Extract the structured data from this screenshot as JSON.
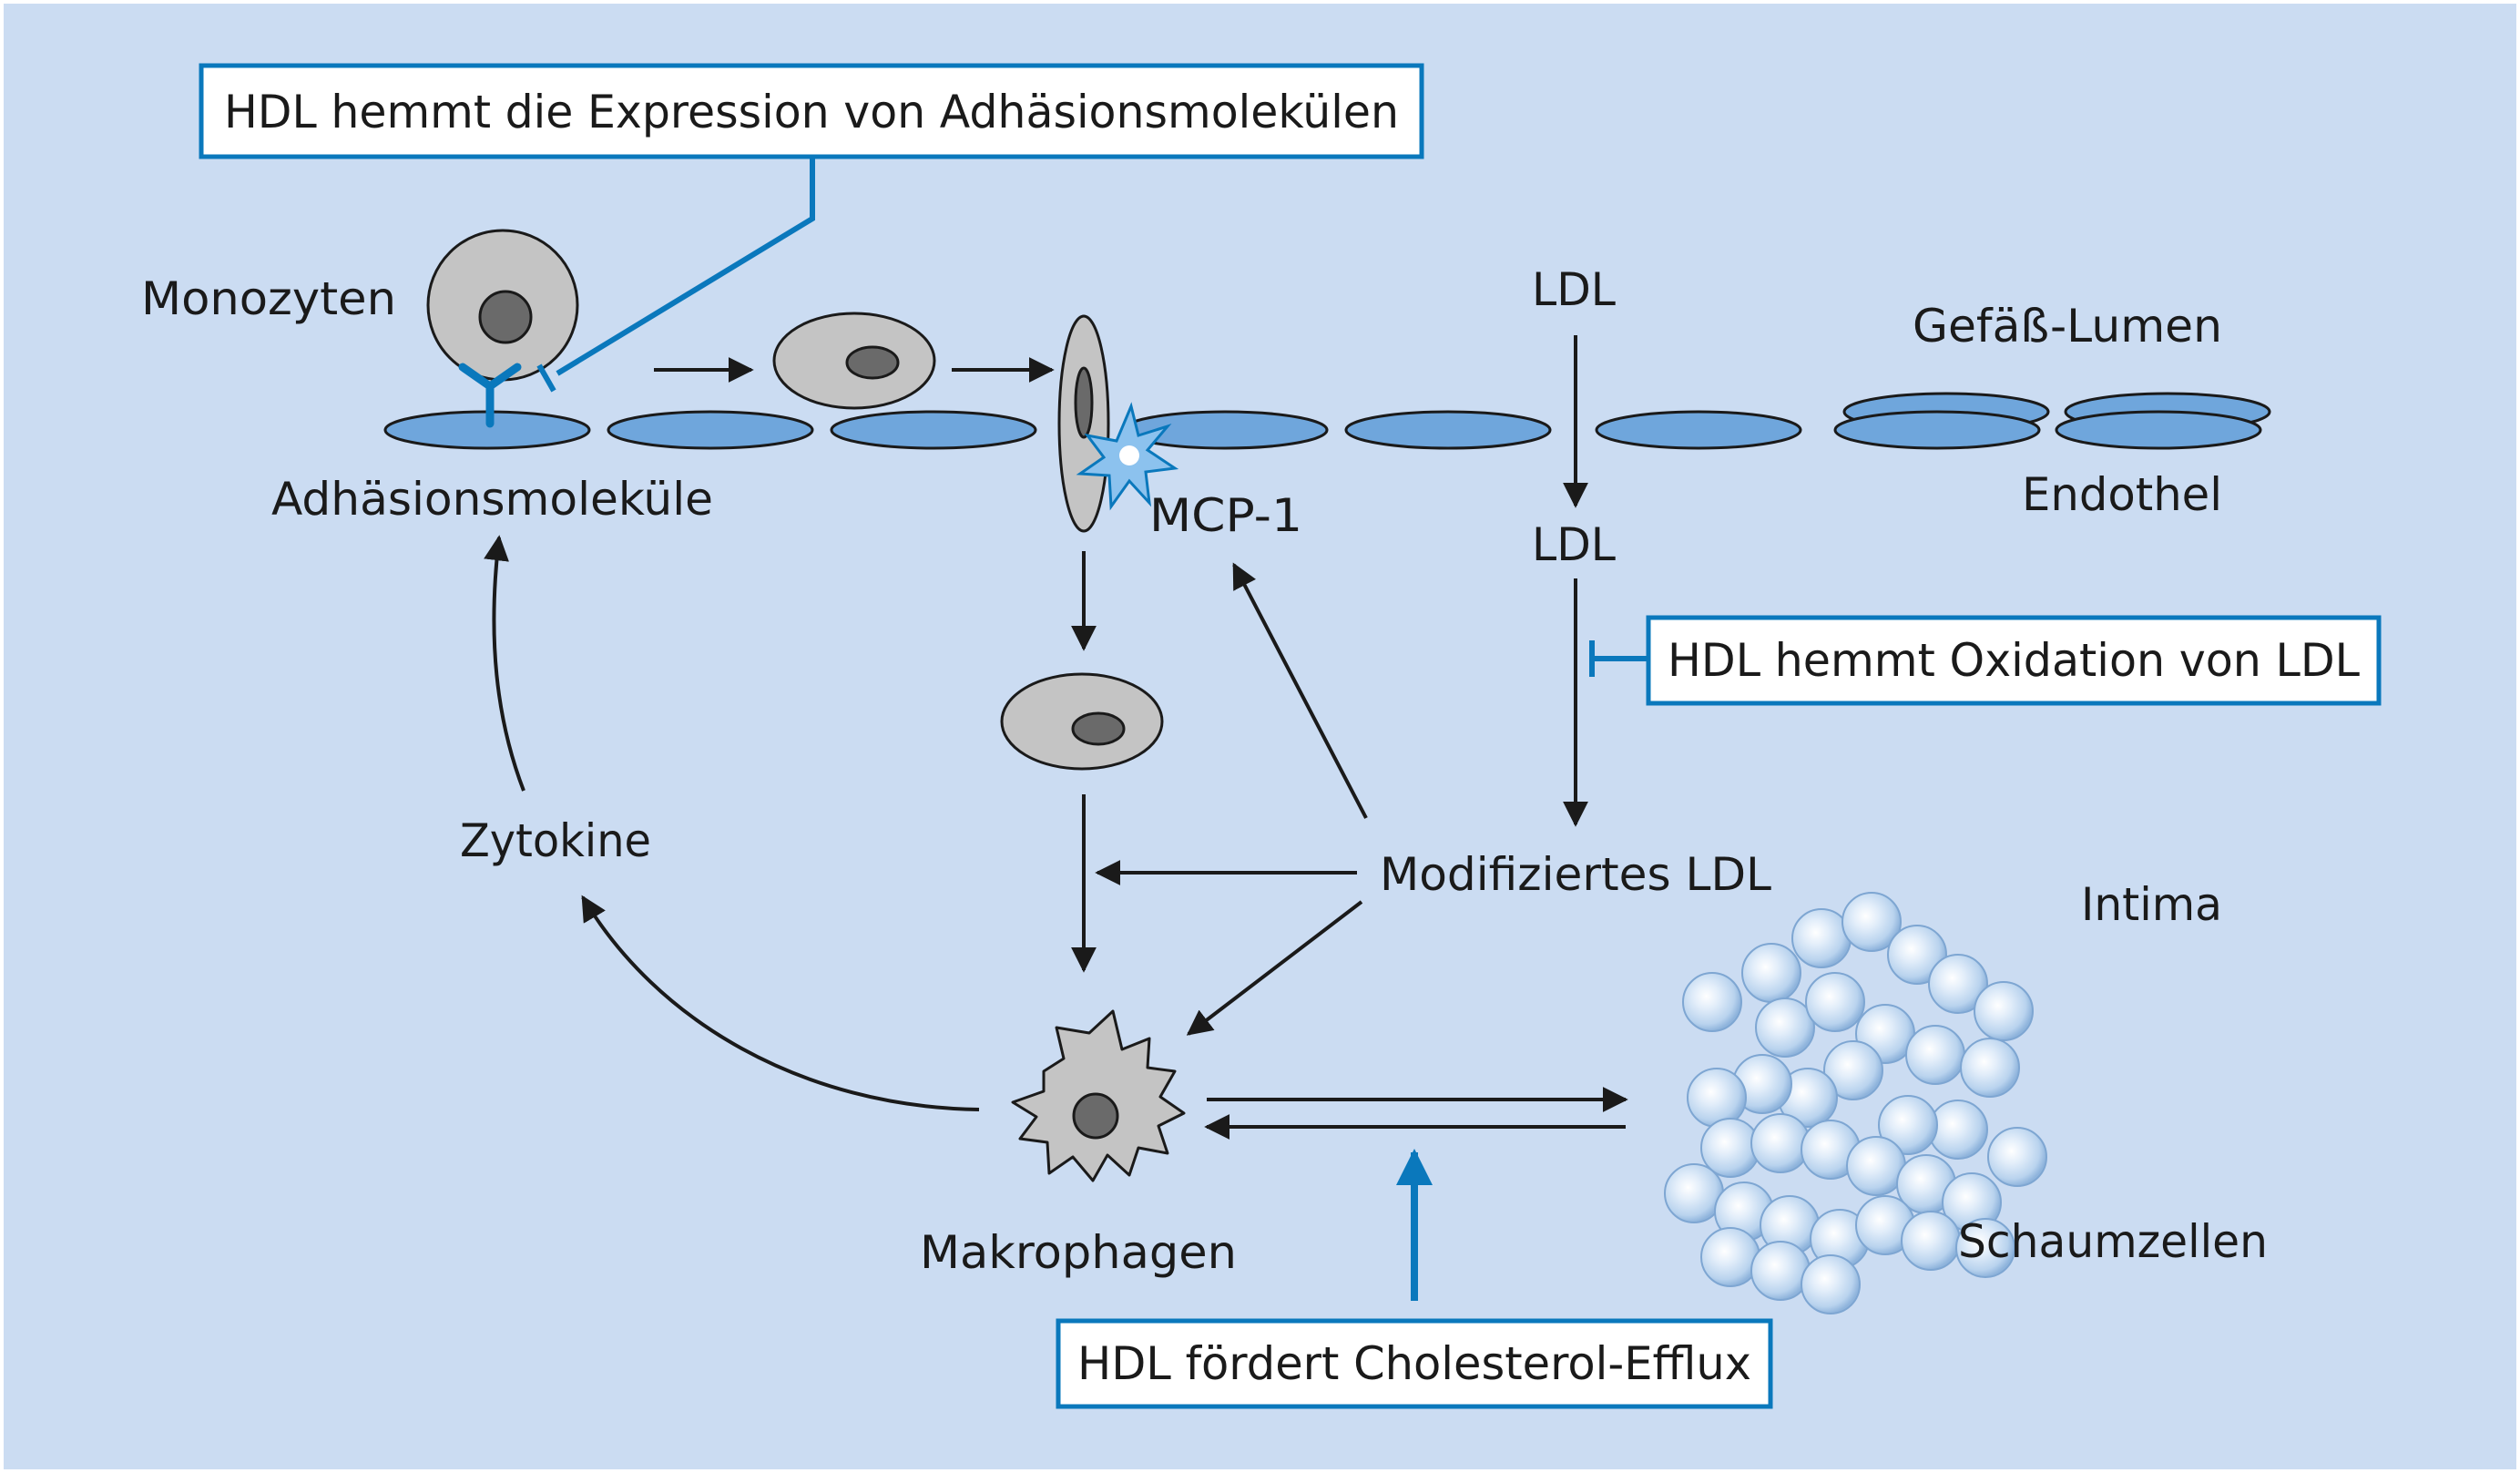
{
  "colors": {
    "background": "#cbdcf2",
    "accent_blue": "#0a78bc",
    "endothelium_fill": "#6fa6dc",
    "cell_fill": "#c4c4c4",
    "nucleus_fill": "#6a6a6a",
    "arrow": "#1a1a1a",
    "foam_cell_fill": "#dce9f8"
  },
  "labels": {
    "monozyten": "Monozyten",
    "adhaesionsmolekuele": "Adhäsionsmoleküle",
    "mcp1": "MCP-1",
    "ldl_top": "LDL",
    "ldl_mid": "LDL",
    "gefaess_lumen": "Gefäß-Lumen",
    "endothel": "Endothel",
    "zytokine": "Zytokine",
    "modifiziertes_ldl": "Modifiziertes LDL",
    "intima": "Intima",
    "makrophagen": "Makrophagen",
    "schaumzellen": "Schaumzellen"
  },
  "boxes": {
    "hdl_adhesion": "HDL hemmt die Expression von Adhäsionsmolekülen",
    "hdl_oxidation": "HDL hemmt Oxidation von LDL",
    "hdl_efflux": "HDL fördert Cholesterol-Efflux"
  },
  "icons": {
    "monocyte": "monocyte-cell-icon",
    "macrophage": "macrophage-cell-icon",
    "foam_cells": "foam-cell-cluster-icon",
    "mcp1": "mcp1-star-icon",
    "receptor": "adhesion-receptor-icon"
  }
}
